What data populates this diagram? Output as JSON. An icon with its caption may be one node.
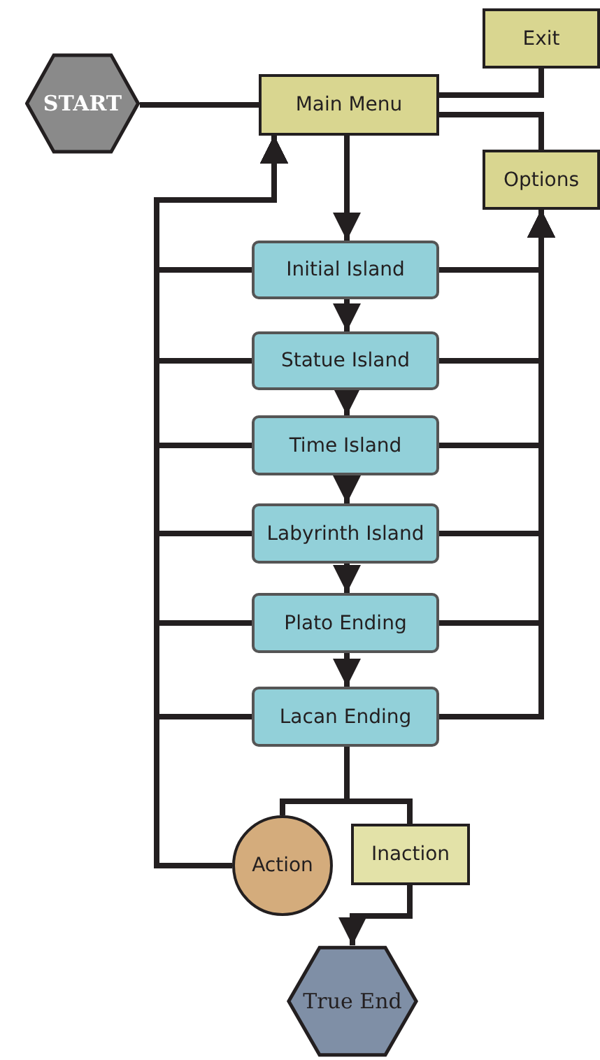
{
  "diagram": {
    "nodes": [
      {
        "text": [
          "START"
        ]
      },
      {
        "text": [
          "Main Menu"
        ]
      },
      {
        "text": [
          "Exit"
        ]
      },
      {
        "text": [
          "Options"
        ]
      },
      {
        "text": [
          "Initial Island"
        ]
      },
      {
        "text": [
          "Statue Island"
        ]
      },
      {
        "text": [
          "Time Island"
        ]
      },
      {
        "text": [
          "Labyrinth Island"
        ]
      },
      {
        "text": [
          "Plato Ending"
        ]
      },
      {
        "text": [
          "Lacan Ending"
        ]
      },
      {
        "text": [
          "Action"
        ]
      },
      {
        "text": [
          "Inaction"
        ]
      },
      {
        "text": [
          "True End"
        ]
      }
    ],
    "edges": [
      {
        "from": 0,
        "to": 1,
        "arrow": "none"
      },
      {
        "from": 1,
        "to": 2,
        "arrow": "none"
      },
      {
        "from": 1,
        "to": 3,
        "arrow": "none"
      },
      {
        "from": 1,
        "to": 4,
        "arrow": "to"
      },
      {
        "from": 4,
        "to": 5,
        "arrow": "to"
      },
      {
        "from": 5,
        "to": 6,
        "arrow": "to"
      },
      {
        "from": 6,
        "to": 7,
        "arrow": "to"
      },
      {
        "from": 7,
        "to": 8,
        "arrow": "to"
      },
      {
        "from": 8,
        "to": 9,
        "arrow": "to"
      },
      {
        "from": 4,
        "to": 3,
        "arrow": "to"
      },
      {
        "from": 5,
        "to": 3,
        "arrow": "to"
      },
      {
        "from": 6,
        "to": 3,
        "arrow": "to"
      },
      {
        "from": 7,
        "to": 3,
        "arrow": "to"
      },
      {
        "from": 8,
        "to": 3,
        "arrow": "to"
      },
      {
        "from": 9,
        "to": 3,
        "arrow": "to"
      },
      {
        "from": 4,
        "to": 1,
        "arrow": "to"
      },
      {
        "from": 5,
        "to": 1,
        "arrow": "to"
      },
      {
        "from": 6,
        "to": 1,
        "arrow": "to"
      },
      {
        "from": 7,
        "to": 1,
        "arrow": "to"
      },
      {
        "from": 8,
        "to": 1,
        "arrow": "to"
      },
      {
        "from": 9,
        "to": 1,
        "arrow": "to"
      },
      {
        "from": 9,
        "to": 10,
        "arrow": "none"
      },
      {
        "from": 9,
        "to": 11,
        "arrow": "none"
      },
      {
        "from": 10,
        "to": 1,
        "arrow": "to"
      },
      {
        "from": 11,
        "to": 12,
        "arrow": "to"
      }
    ]
  }
}
